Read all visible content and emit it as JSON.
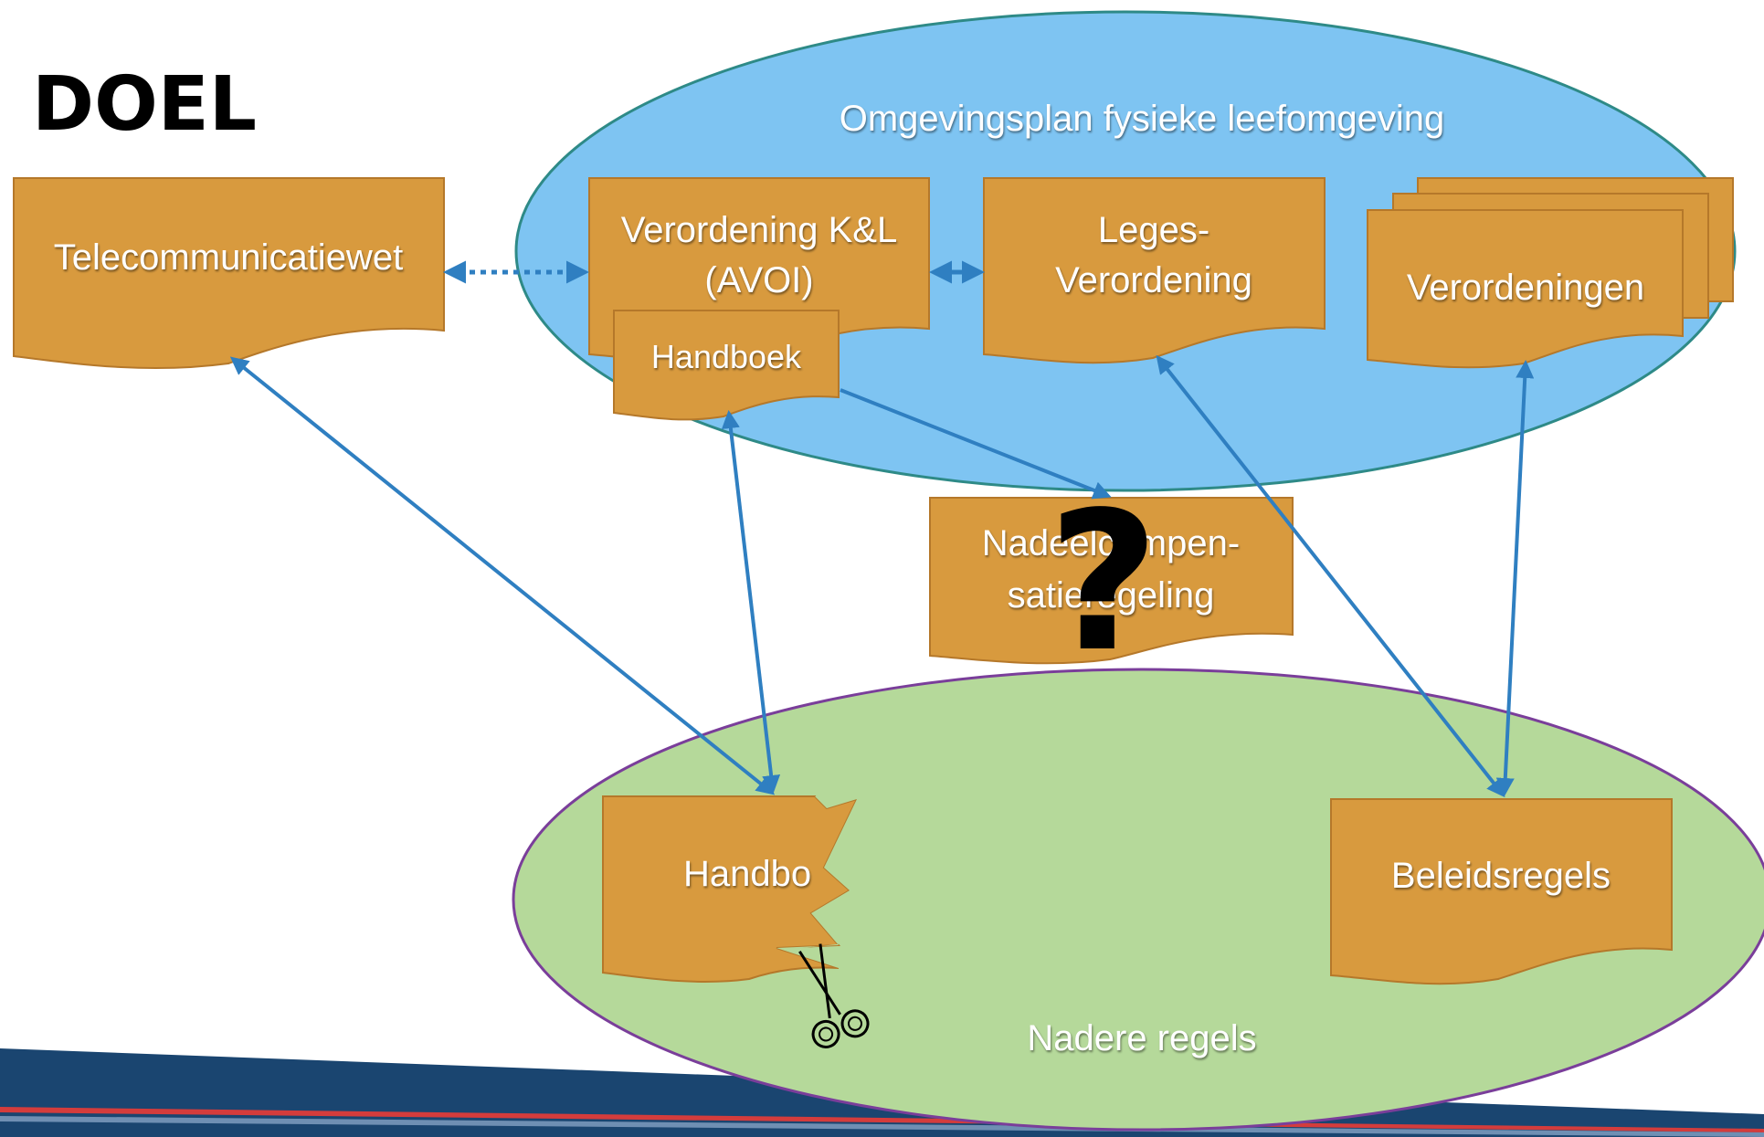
{
  "slide": {
    "title": "DOEL"
  },
  "ellipses": {
    "top_label": "Omgevingsplan fysieke leefomgeving",
    "bottom_label": "Nadere regels"
  },
  "documents": {
    "telecom": "Telecommunicatiewet",
    "verordening_kl_line1": "Verordening K&L",
    "verordening_kl_line2": "(AVOI)",
    "handboek_top": "Handboek",
    "leges_line1": "Leges-",
    "leges_line2": "Verordening",
    "verordeningen": "Verordeningen",
    "nadeel_line1": "Nadeelcompen-",
    "nadeel_line2": "satieregeling",
    "handboek_bottom": "Handbo",
    "beleidsregels": "Beleidsregels"
  },
  "marks": {
    "question": "?",
    "scissors": "✂"
  },
  "colors": {
    "doc_fill": "#d89a3e",
    "doc_stroke": "#b5782a",
    "top_ellipse": "#7ec4f2",
    "top_ellipse_stroke": "#2e8a87",
    "bottom_ellipse": "#b5d99a",
    "bottom_ellipse_stroke": "#7a3e9a",
    "arrow": "#2f7fc1",
    "footer_blue": "#1a4570",
    "footer_red": "#d43c3c"
  }
}
